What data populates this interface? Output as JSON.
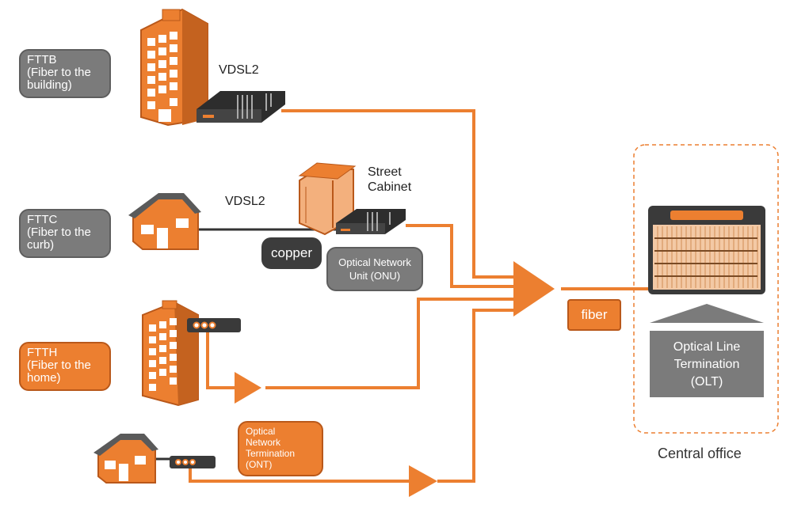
{
  "categories": {
    "fttb": "FTTB\n(Fiber to the\n building)",
    "fttc": "FTTC\n(Fiber to the\ncurb)",
    "ftth": "FTTH\n(Fiber to the\nhome)"
  },
  "labels": {
    "vdsl2_top": "VDSL2",
    "vdsl2_mid": "VDSL2",
    "street_cabinet": "Street\nCabinet",
    "copper": "copper",
    "onu": "Optical Network\nUnit (ONU)",
    "ont": "Optical\nNetwork\nTermination\n(ONT)",
    "fiber": "fiber",
    "olt": "Optical Line\nTermination\n(OLT)",
    "central_office": "Central office"
  },
  "colors": {
    "orange": "#ec7f30",
    "gray": "#7b7b7b",
    "dark": "#3c3c3c"
  }
}
